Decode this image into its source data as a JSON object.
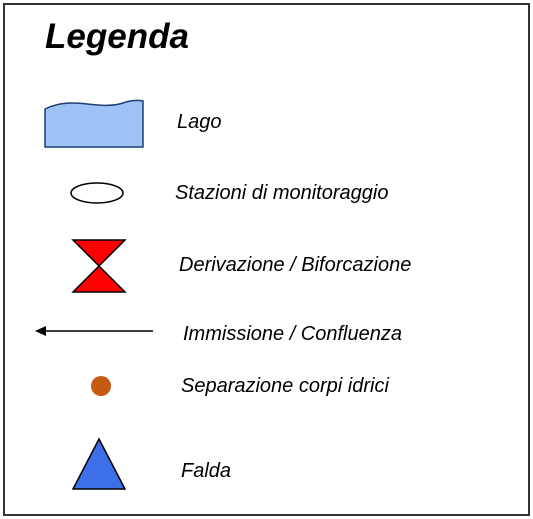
{
  "legend": {
    "title": "Legenda",
    "items": [
      {
        "label": "Lago",
        "icon": "lake-icon",
        "color": "#9dc3f5"
      },
      {
        "label": "Stazioni di monitoraggio",
        "icon": "monitoring-station-icon",
        "color": "#ffffff"
      },
      {
        "label": "Derivazione / Biforcazione",
        "icon": "diversion-hourglass-icon",
        "color": "#ff0000"
      },
      {
        "label": "Immissione / Confluenza",
        "icon": "confluence-arrow-icon",
        "color": "#000000"
      },
      {
        "label": "Separazione corpi idrici",
        "icon": "water-body-separation-dot-icon",
        "color": "#c55a11"
      },
      {
        "label": "Falda",
        "icon": "aquifer-triangle-icon",
        "color": "#3d6fe8"
      }
    ]
  }
}
